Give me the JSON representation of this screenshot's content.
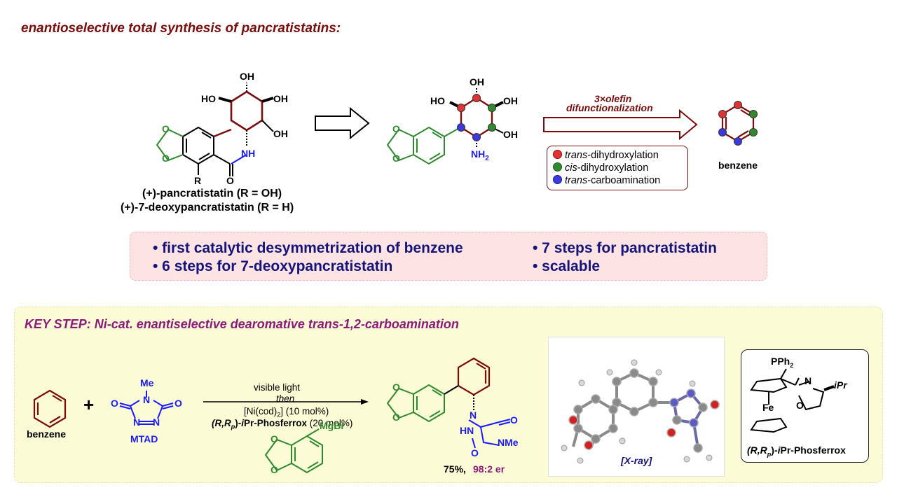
{
  "header": {
    "title": "enantioselective total synthesis of pancratistatins:"
  },
  "target": {
    "labels": {
      "oh": "OH",
      "ho": "HO",
      "nh": "NH",
      "o": "O",
      "r": "R"
    },
    "name_line1": "(+)-pancratistatin (R = OH)",
    "name_line2": "(+)-7-deoxypancratistatin (R = H)"
  },
  "intermediate": {
    "nh2": "NH",
    "nh2_sub": "2"
  },
  "arrow": {
    "label_line1": "3×olefin",
    "label_line2": "difunctionalization"
  },
  "legend": {
    "items": [
      {
        "italic": "trans",
        "text": "-dihydroxylation",
        "color": "#e03434"
      },
      {
        "italic": "cis",
        "text": "-dihydroxylation",
        "color": "#2f8a2f"
      },
      {
        "italic": "trans",
        "text": "-carboamination",
        "color": "#3a3adf"
      }
    ]
  },
  "benzene_label": "benzene",
  "highlights": {
    "items": [
      "• first catalytic desymmetrization of benzene",
      "• 7 steps for pancratistatin",
      "• 6 steps for 7-deoxypancratistatin",
      "• scalable"
    ]
  },
  "key_step": {
    "title": "KEY STEP: Ni-cat. enantiselective dearomative trans-1,2-carboamination",
    "benzene_label": "benzene",
    "plus": "+",
    "mtad": {
      "label": "MTAD",
      "me": "Me",
      "n": "N",
      "o": "O"
    },
    "conditions": {
      "line1": "visible light",
      "line2": "then",
      "line3_a": "[Ni(cod)",
      "line3_sub": "2",
      "line3_b": "] (10 mol%)",
      "line4_a": "(R,R",
      "line4_sub": "p",
      "line4_b": ")-",
      "line4_c": "i",
      "line4_d": "Pr-Phosferrox",
      "line4_e": " (20 mol%)"
    },
    "grignard": "MgBr",
    "product": {
      "hn": "HN",
      "n": "N",
      "nme": "NMe",
      "o": "O"
    },
    "yield": "75%,",
    "er": "98:2 er",
    "xray_label": "[X-ray]",
    "ligand": {
      "pph": "PPh",
      "pph_sub": "2",
      "n": "N",
      "o": "O",
      "fe": "Fe",
      "ipr": "iPr",
      "name_a": "(R,R",
      "name_sub": "p",
      "name_b": ")-",
      "name_c": "i",
      "name_d": "Pr-Phosferrox"
    }
  }
}
